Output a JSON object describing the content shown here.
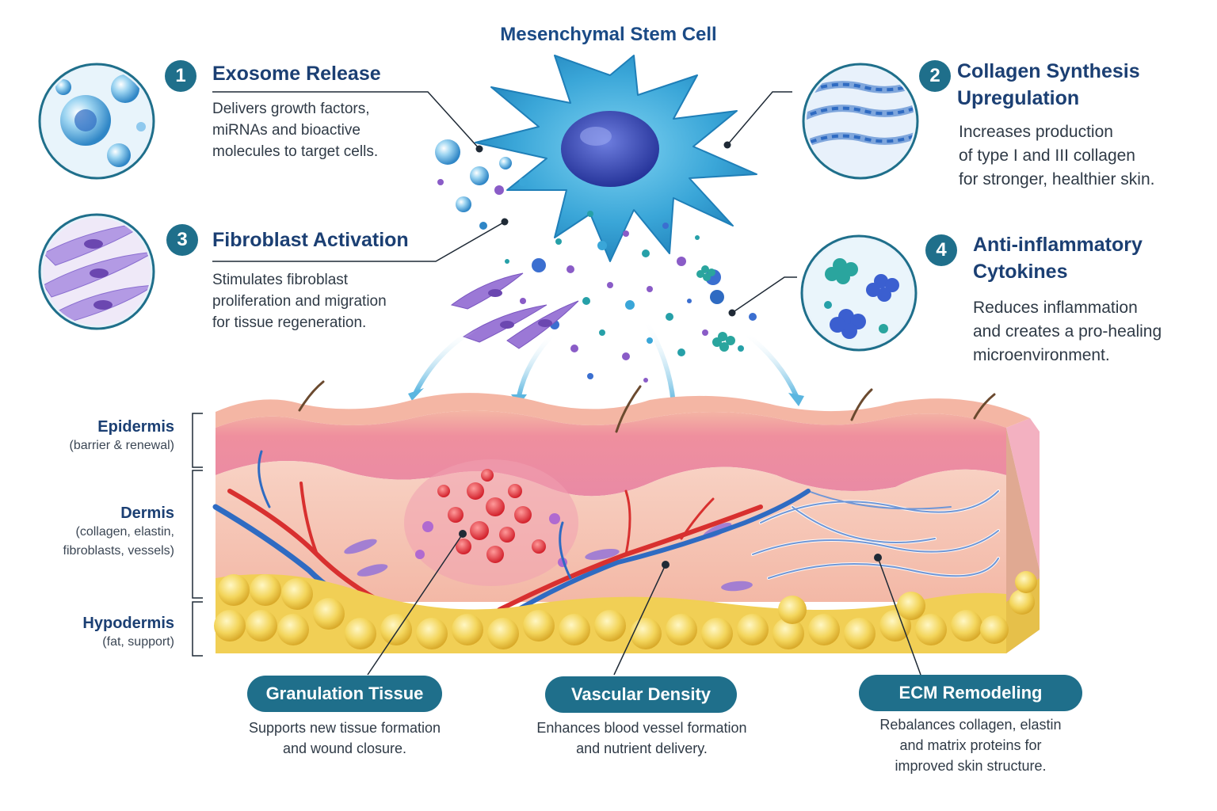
{
  "title": "Mesenchymal Stem Cell",
  "panels": [
    {
      "number": "1",
      "title_lines": [
        "Exosome Release"
      ],
      "desc_lines": [
        "Delivers growth factors,",
        "miRNAs and bioactive",
        "molecules to target cells."
      ]
    },
    {
      "number": "2",
      "title_lines": [
        "Collagen Synthesis",
        "Upregulation"
      ],
      "desc_lines": [
        "Increases production",
        "of type I and III collagen",
        "for stronger, healthier skin."
      ]
    },
    {
      "number": "3",
      "title_lines": [
        "Fibroblast Activation"
      ],
      "desc_lines": [
        "Stimulates fibroblast",
        "proliferation and migration",
        "for tissue regeneration."
      ]
    },
    {
      "number": "4",
      "title_lines": [
        "Anti-inflammatory",
        "Cytokines"
      ],
      "desc_lines": [
        "Reduces inflammation",
        "and creates a pro-healing",
        "microenvironment."
      ]
    }
  ],
  "layers": [
    {
      "name": "Epidermis",
      "sub_lines": [
        "(barrier & renewal)"
      ]
    },
    {
      "name": "Dermis",
      "sub_lines": [
        "(collagen, elastin,",
        "fibroblasts, vessels)"
      ]
    },
    {
      "name": "Hypodermis",
      "sub_lines": [
        "(fat, support)"
      ]
    }
  ],
  "outcomes": [
    {
      "label": "Granulation Tissue",
      "desc_lines": [
        "Supports new tissue formation",
        "and wound closure."
      ]
    },
    {
      "label": "Vascular Density",
      "desc_lines": [
        "Enhances blood vessel formation",
        "and nutrient delivery."
      ]
    },
    {
      "label": "ECM Remodeling",
      "desc_lines": [
        "Rebalances collagen, elastin",
        "and matrix proteins for",
        "improved skin structure."
      ]
    }
  ],
  "colors": {
    "title_blue": "#1b4b86",
    "badge_teal": "#1f6f8b",
    "cell_blue": "#3aa6d8",
    "epidermis_pink": "#f1a3b3",
    "dermis_peach": "#f6c7b8",
    "fat_yellow": "#f3d55b",
    "vessel_red": "#d8302f",
    "vessel_blue": "#2f6bc2"
  }
}
